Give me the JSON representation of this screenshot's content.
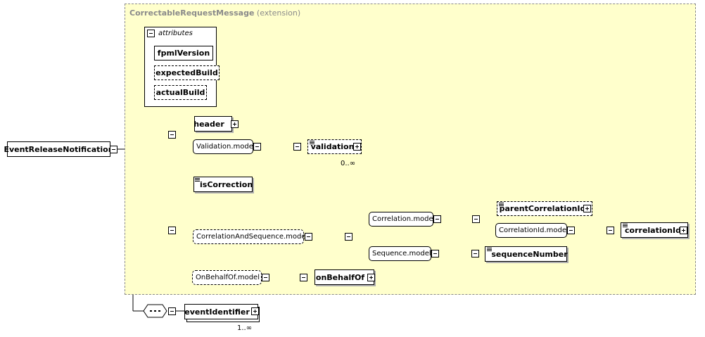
{
  "root": {
    "label": "EventReleaseNotification"
  },
  "extension": {
    "type_name": "CorrectableRequestMessage",
    "suffix": "(extension)"
  },
  "attributes": {
    "label": "attributes",
    "items": [
      "fpmlVersion",
      "expectedBuild",
      "actualBuild"
    ]
  },
  "seq1": {
    "header": "header",
    "validation_model": "Validation.model",
    "validation": "validation",
    "validation_card": "0..∞"
  },
  "seq2": {
    "isCorrection": "isCorrection",
    "correlation_and_sequence_model": "CorrelationAndSequence.model",
    "correlation_model": "Correlation.model",
    "parentCorrelationId": "parentCorrelationId",
    "correlationId_model": "CorrelationId.model",
    "correlationId": "correlationId",
    "sequence_model": "Sequence.model",
    "sequenceNumber": "sequenceNumber",
    "onBehalfOf_model": "OnBehalfOf.model",
    "onBehalfOf": "onBehalfOf"
  },
  "seq3": {
    "eventIdentifier": "eventIdentifier",
    "eventIdentifier_card": "1..∞"
  },
  "colors": {
    "extension_fill": "#ffffcc",
    "border": "#000000",
    "dashed_border": "#8a8a8a",
    "title_text": "#8a8a8a"
  }
}
